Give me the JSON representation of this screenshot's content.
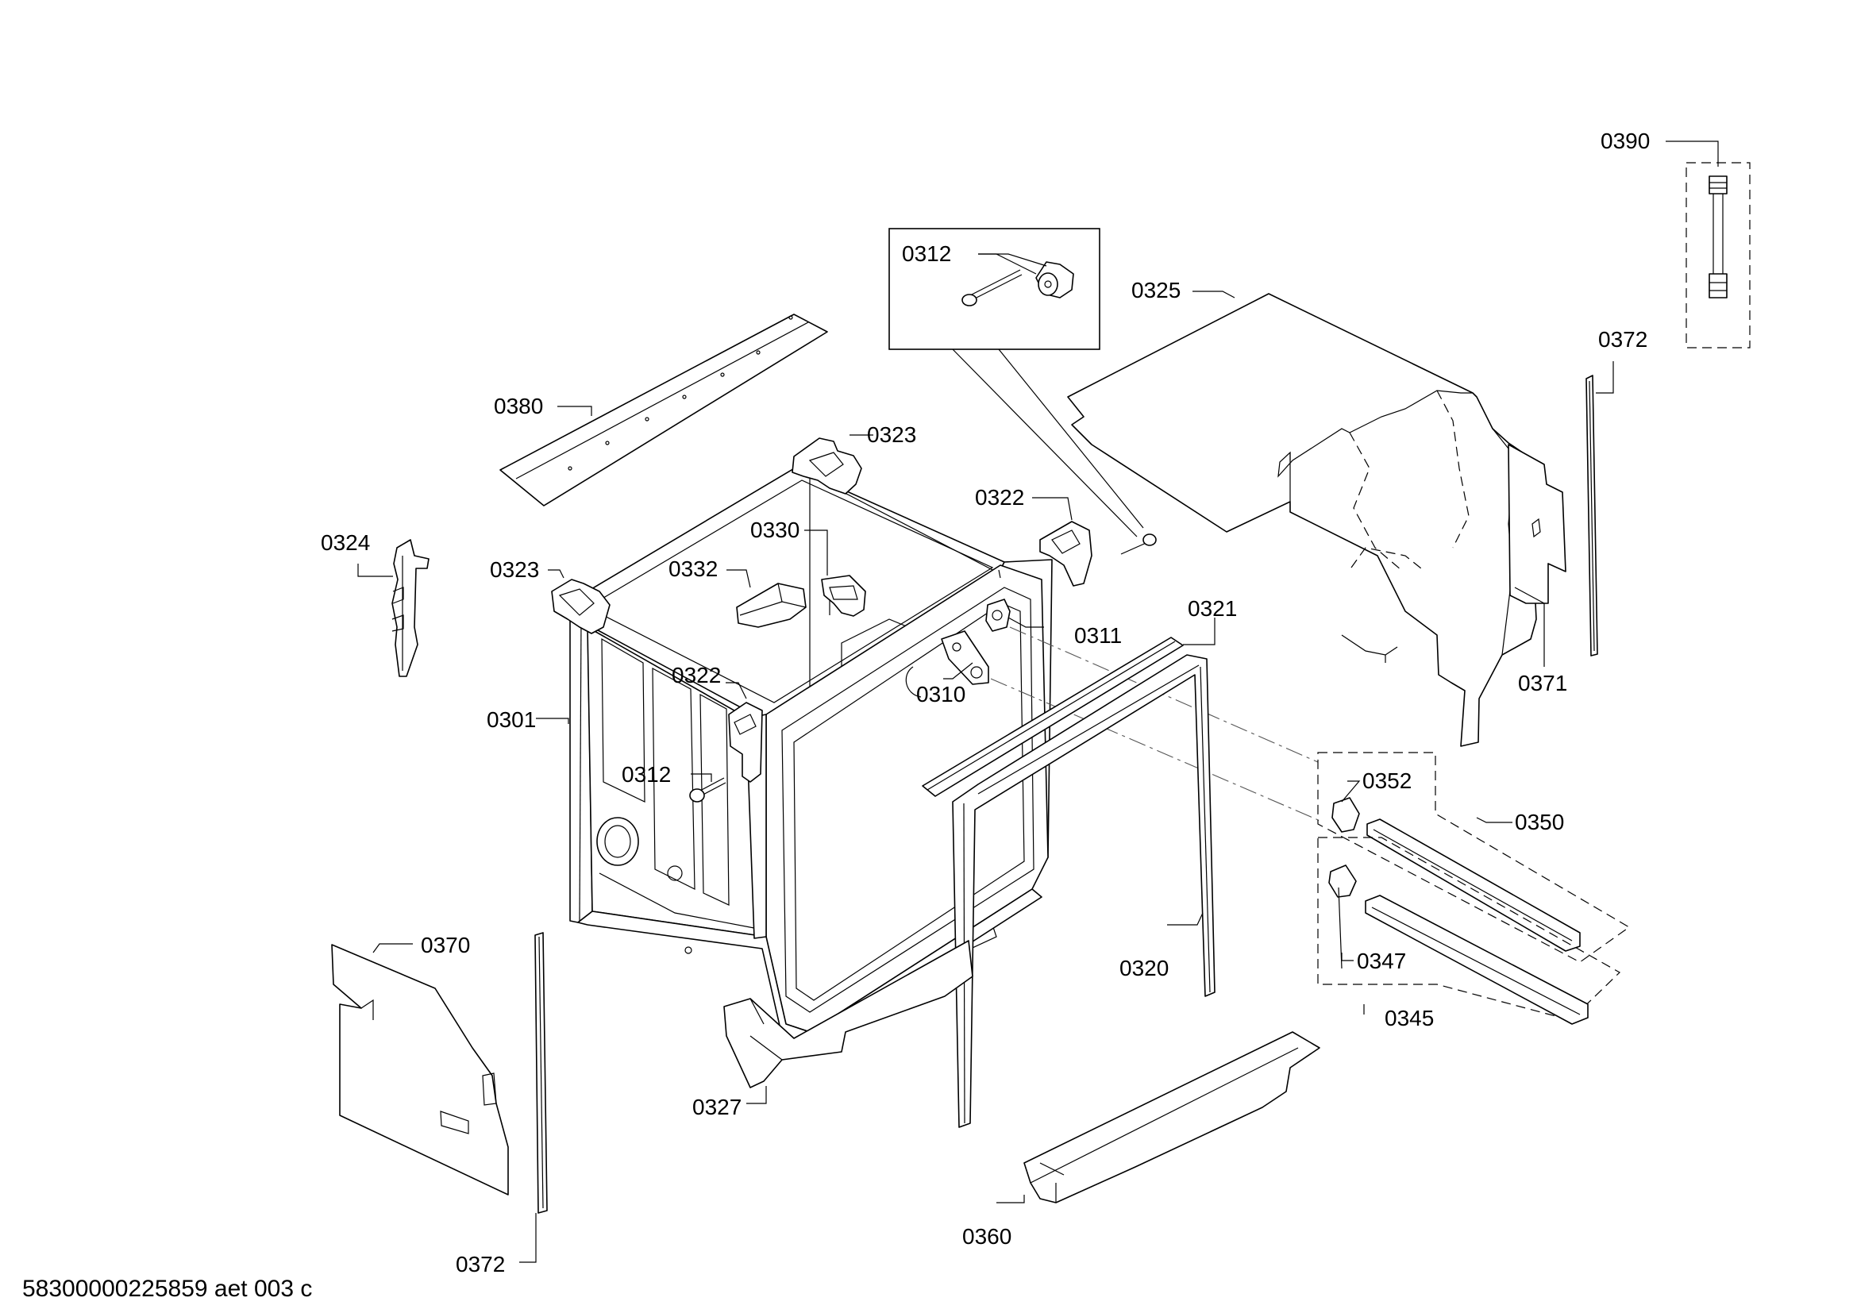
{
  "labels": {
    "l0390": "0390",
    "l0312_inset": "0312",
    "l0325": "0325",
    "l0372_right": "0372",
    "l0380": "0380",
    "l0323_top": "0323",
    "l0322_top": "0322",
    "l0330": "0330",
    "l0324": "0324",
    "l0323_left": "0323",
    "l0332": "0332",
    "l0311": "0311",
    "l0321": "0321",
    "l0371": "0371",
    "l0322_mid": "0322",
    "l0310": "0310",
    "l0301": "0301",
    "l0312_mid": "0312",
    "l0352": "0352",
    "l0350": "0350",
    "l0370": "0370",
    "l0347": "0347",
    "l0320": "0320",
    "l0345": "0345",
    "l0327": "0327",
    "l0360": "0360",
    "l0372_bottom": "0372"
  },
  "footer": {
    "doc_id": "58300000225859 aet 003 c"
  }
}
